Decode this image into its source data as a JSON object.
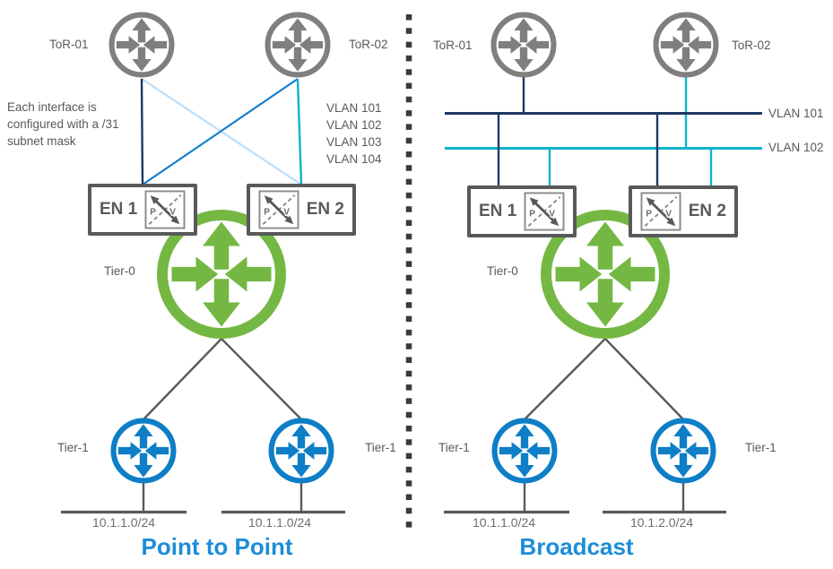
{
  "colors": {
    "navy": "#1F3864",
    "medium_blue": "#127FCE",
    "pale_blue": "#BDDCF5",
    "cyan": "#0FB3CC",
    "green": "#74B843",
    "tier1_blue": "#0E7EC6",
    "wire_gray": "#595959",
    "node_gray": "#7F7F7F",
    "title_blue": "#1C8DD9"
  },
  "left_diagram": {
    "title": "Point to Point",
    "tor1_label": "ToR-01",
    "tor2_label": "ToR-02",
    "annotation_lines": [
      "Each interface is",
      "configured with a /31",
      "subnet mask"
    ],
    "vlan_labels": [
      "VLAN 101",
      "VLAN 102",
      "VLAN 103",
      "VLAN 104"
    ],
    "en1_label": "EN 1",
    "en2_label": "EN 2",
    "tier0_label": "Tier-0",
    "tier1_left_label": "Tier-1",
    "tier1_right_label": "Tier-1",
    "subnet_left": "10.1.1.0/24",
    "subnet_right": "10.1.1.0/24"
  },
  "right_diagram": {
    "title": "Broadcast",
    "tor1_label": "ToR-01",
    "tor2_label": "ToR-02",
    "vlan101_label": "VLAN 101",
    "vlan102_label": "VLAN 102",
    "en1_label": "EN 1",
    "en2_label": "EN 2",
    "tier0_label": "Tier-0",
    "tier1_left_label": "Tier-1",
    "tier1_right_label": "Tier-1",
    "subnet_left": "10.1.1.0/24",
    "subnet_right": "10.1.2.0/24"
  },
  "pv_icon": {
    "p": "P",
    "v": "V"
  }
}
